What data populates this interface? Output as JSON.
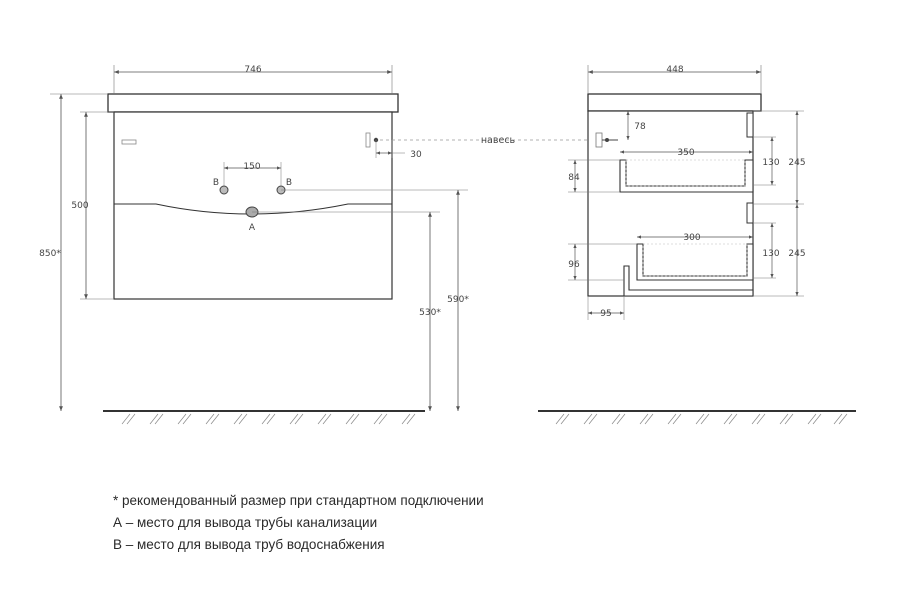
{
  "front_view": {
    "width_label": "746",
    "body_height_label": "500",
    "total_height_label": "850*",
    "pipe_spacing_label": "150",
    "pipe_left_label": "B",
    "pipe_right_label": "B",
    "drain_label": "A",
    "hanger_offset_label": "30",
    "drain_height_label": "530*",
    "inlet_height_label": "590*"
  },
  "side_view": {
    "depth_label": "448",
    "hanger_label": "навесь",
    "hanger_drop_label": "78",
    "upper_drawer_depth_label": "350",
    "lower_drawer_depth_label": "300",
    "upper_drawer_inner_label": "84",
    "lower_drawer_inner_label": "96",
    "upper_drawer_front_label": "130",
    "lower_drawer_front_label": "130",
    "upper_front_label": "245",
    "lower_front_label": "245",
    "bottom_offset_label": "95"
  },
  "legend": {
    "note_asterisk": "* рекомендованный размер при стандартном подключении",
    "note_a": "А – место для вывода трубы канализации",
    "note_b": "В – место для вывода труб водоснабжения"
  }
}
